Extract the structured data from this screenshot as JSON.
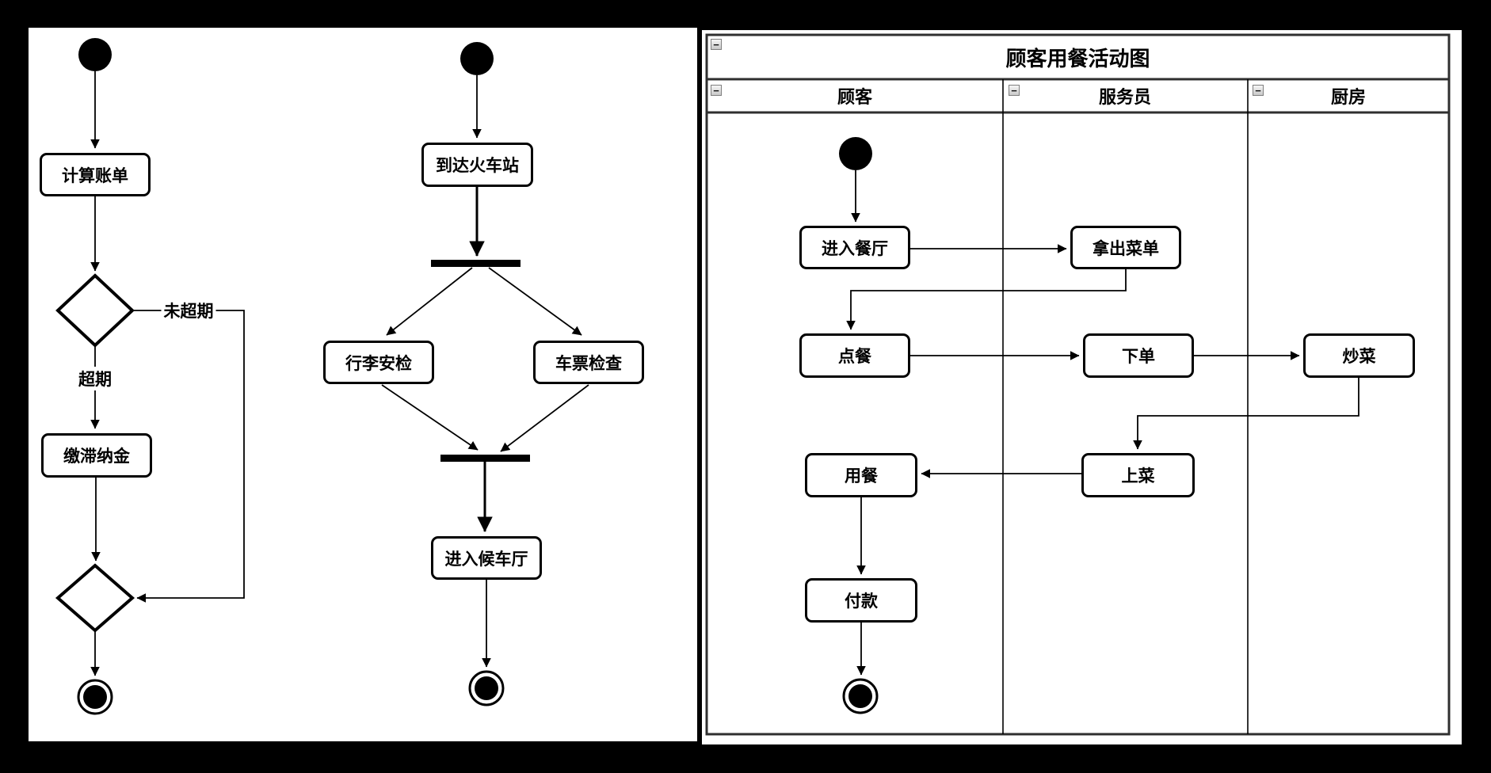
{
  "colors": {
    "background": "#000000",
    "canvas": "#ffffff",
    "ink": "#000000",
    "frame": "#2f2f2f"
  },
  "billing_diagram": {
    "nodes": {
      "calc_bill": "计算账单",
      "pay_late_fee": "缴滞纳金"
    },
    "edge_labels": {
      "not_overdue": "未超期",
      "overdue": "超期"
    }
  },
  "station_diagram": {
    "nodes": {
      "arrive": "到达火车站",
      "luggage_check": "行李安检",
      "ticket_check": "车票检查",
      "enter_hall": "进入候车厅"
    }
  },
  "swimlane_diagram": {
    "title": "顾客用餐活动图",
    "collapse_icon": "−",
    "lanes": [
      {
        "label": "顾客"
      },
      {
        "label": "服务员"
      },
      {
        "label": "厨房"
      }
    ],
    "nodes": {
      "enter_restaurant": "进入餐厅",
      "bring_menu": "拿出菜单",
      "order_food": "点餐",
      "place_order": "下单",
      "cook": "炒菜",
      "serve": "上菜",
      "dine": "用餐",
      "pay": "付款"
    }
  }
}
